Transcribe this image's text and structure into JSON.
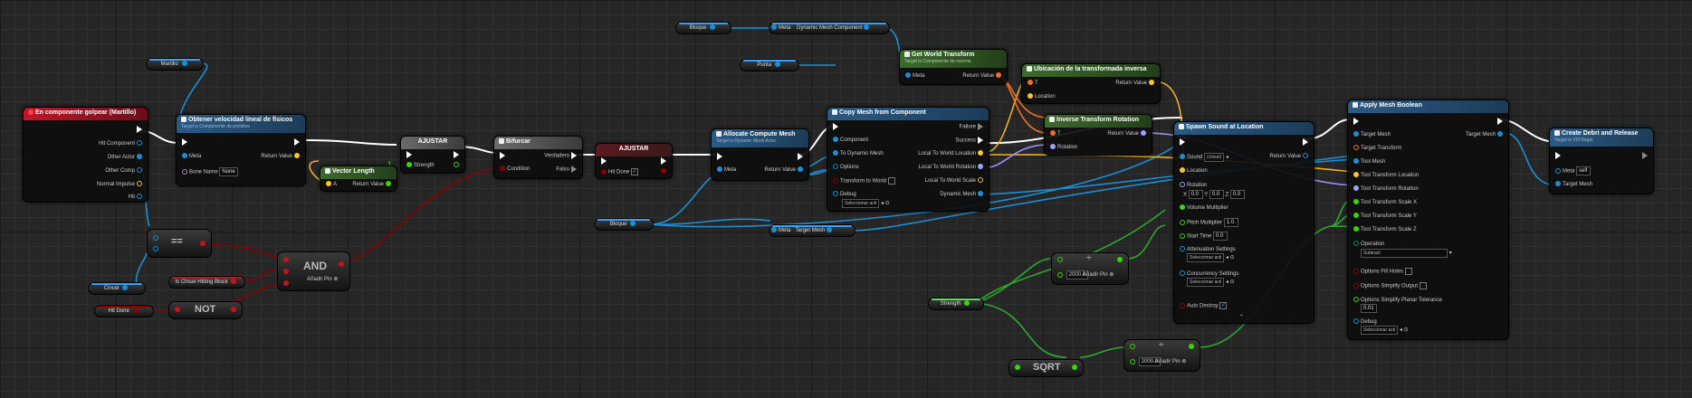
{
  "colors": {
    "exec": "#ffffff",
    "object": "#00a8f4",
    "bool": "#8b0000",
    "vector": "#f8c52b",
    "rotator": "#a0a0ff",
    "float": "#38d500",
    "struct": "#0088c8"
  },
  "nodes": {
    "event": {
      "title": "En componente golpear (Martillo)",
      "pins": [
        "Hit Component",
        "Other Actor",
        "Other Comp",
        "Normal Impulse",
        "Hit"
      ]
    },
    "martillo": "Martillo",
    "velocity": {
      "title": "Obtener velocidad lineal de físicos",
      "subtitle": "Target is Componente de primitiva",
      "pin_meta": "Meta",
      "pin_bone": "Bone Name",
      "bone_value": "None",
      "pin_return": "Return Value"
    },
    "vlength": {
      "title": "Vector Length",
      "pin_a": "A",
      "pin_return": "Return Value"
    },
    "ajustar1": {
      "title": "AJUSTAR",
      "pin_strength": "Strength"
    },
    "branch": {
      "title": "Bifurcar",
      "pin_true": "Verdadero",
      "pin_cond": "Condition",
      "pin_false": "Falso"
    },
    "ajustar2": {
      "title": "AJUSTAR",
      "pin_hitdone": "Hit Done"
    },
    "compare": {
      "label": "=="
    },
    "andnode": {
      "label": "AND",
      "add_pin": "Añadir Pin"
    },
    "notnode": {
      "label": "NOT"
    },
    "vars": {
      "cincel": "Cincel",
      "ischisel": "Is Chisel Hitting Block",
      "hitdone1": "Hit Done",
      "bloque1": "Bloque",
      "bloque2": "Bloque",
      "punta": "Punta",
      "meta_target": "Meta",
      "target_mesh": "Target Mesh",
      "strength": "Strength"
    },
    "allocate": {
      "title": "Allocate Compute Mesh",
      "subtitle": "Target is Dynamic Mesh Actor",
      "pin_meta": "Meta",
      "pin_return": "Return Value"
    },
    "dmc": {
      "meta": "Meta",
      "label": "Dynamic Mesh Component"
    },
    "gwt": {
      "title": "Get World Transform",
      "subtitle": "Target is Componente de escena",
      "pin_meta": "Meta",
      "pin_return": "Return Value"
    },
    "copymesh": {
      "title": "Copy Mesh from Component",
      "pins_in": [
        "Component",
        "To Dynamic Mesh",
        "Options",
        "Transform to World",
        "Debug"
      ],
      "debug_value": "Seleccionar acti",
      "pins_out": [
        "Failure",
        "Success",
        "Local To World Location",
        "Local To World Rotation",
        "Local To World Scale",
        "Dynamic Mesh"
      ]
    },
    "inverse_loc": {
      "title": "Ubicación de la transformada inversa",
      "pin_t": "T",
      "pin_location": "Location",
      "pin_return": "Return Value"
    },
    "inverse_rot": {
      "title": "Inverse Transform Rotation",
      "pin_t": "T",
      "pin_rotation": "Rotation",
      "pin_return": "Return Value"
    },
    "spawn": {
      "title": "Spawn Sound at Location",
      "pin_sound": "Sound",
      "sound_value": "(chisel)",
      "pin_return": "Return Value",
      "pin_location": "Location",
      "pin_rotation": "Rotation",
      "rot_x": "0.0",
      "rot_y": "0.0",
      "rot_z": "0.0",
      "pin_volume": "Volume Multiplier",
      "pin_pitch": "Pitch Multiplier",
      "pitch_value": "1.0",
      "pin_start": "Start Time",
      "start_value": "0.0",
      "pin_atten": "Attenuation Settings",
      "atten_value": "Seleccionar acti",
      "pin_conc": "Concurrency Settings",
      "conc_value": "Seleccionar acti",
      "pin_auto": "Auto Destroy"
    },
    "divide1": {
      "value": "2000.0",
      "add_pin": "Añadir Pin"
    },
    "divide2": {
      "value": "2000.0",
      "add_pin": "Añadir Pin"
    },
    "sqrt": {
      "label": "SQRT"
    },
    "boolean": {
      "title": "Apply Mesh Boolean",
      "pins_in": [
        "Target Mesh",
        "Target Transform",
        "Tool Mesh",
        "Tool Transform Location",
        "Tool Transform Rotation",
        "Tool Transform Scale X",
        "Tool Transform Scale Y",
        "Tool Transform Scale Z"
      ],
      "pin_out": "Target Mesh",
      "pin_operation": "Operation",
      "operation_value": "Subtract",
      "pin_fill": "Options Fill Holes",
      "pin_simplify": "Options Simplify Output",
      "pin_tolerance": "Options Simplify Planar Tolerance",
      "tolerance_value": "0.01",
      "pin_debug": "Debug",
      "debug_value": "Seleccionar acti"
    },
    "debri": {
      "title": "Create Debri and Release",
      "subtitle": "Target is VDITarget",
      "pin_meta": "Meta",
      "meta_value": "self",
      "pin_target": "Target Mesh"
    }
  }
}
